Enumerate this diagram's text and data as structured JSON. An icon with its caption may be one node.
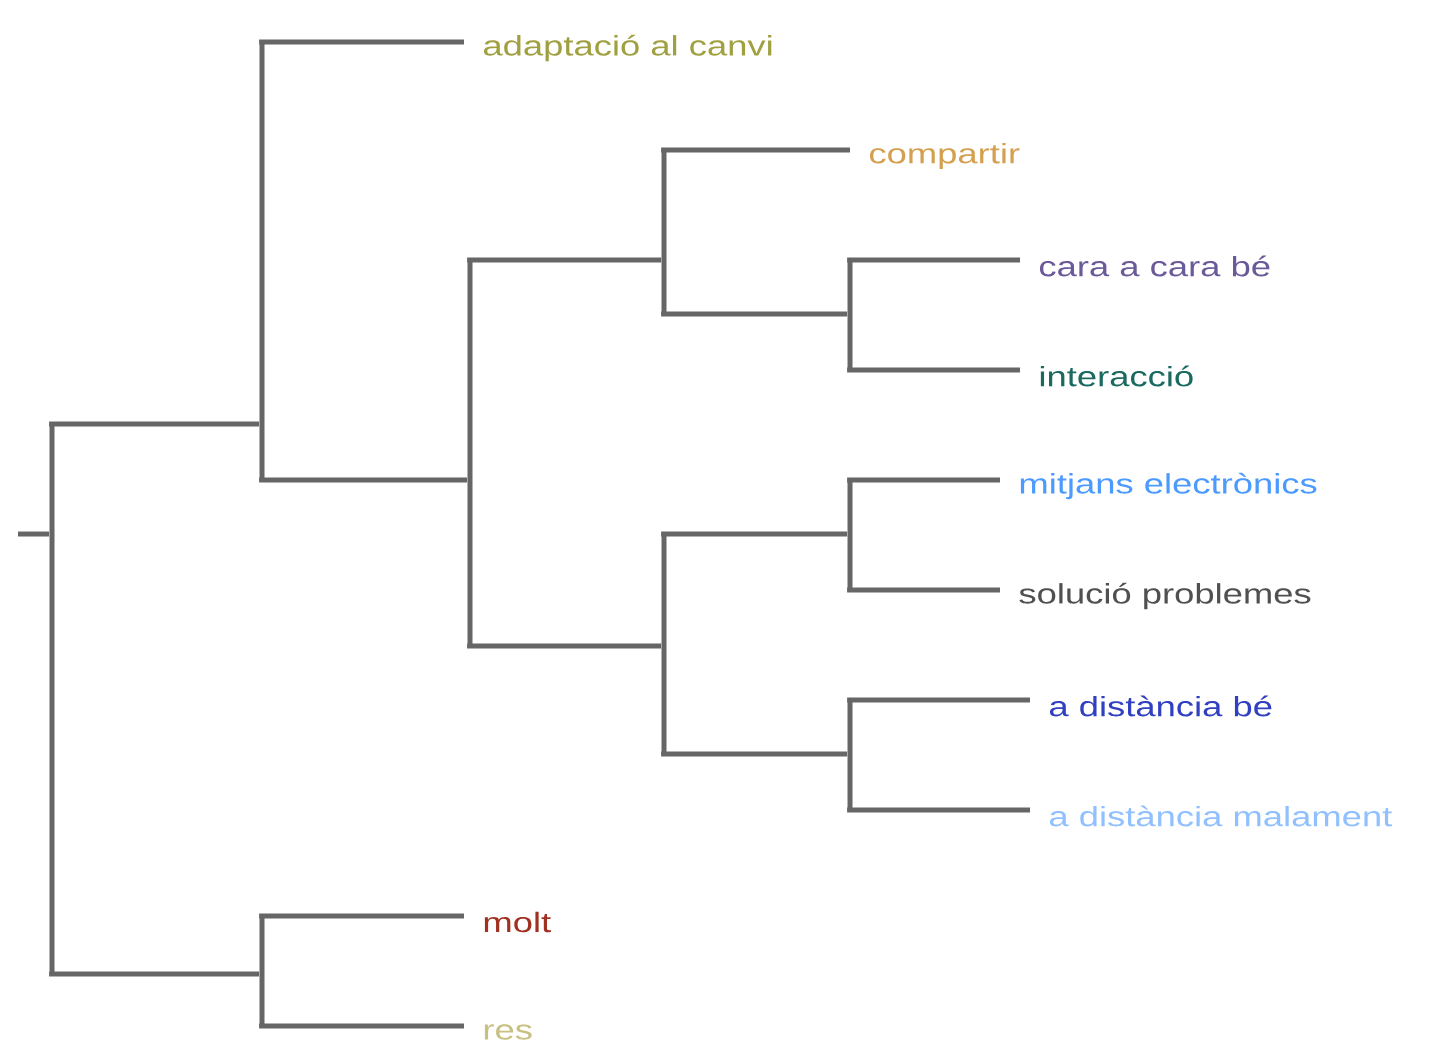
{
  "diagram": {
    "nodes": [
      {
        "text": [],
        "shape": "bar"
      },
      {
        "text": [],
        "shape": "bar"
      },
      {
        "text": [
          "adaptació al canvi"
        ]
      },
      {
        "text": [],
        "shape": "bar"
      },
      {
        "text": [],
        "shape": "bar"
      },
      {
        "text": [
          "compartir"
        ]
      },
      {
        "text": [],
        "shape": "bar"
      },
      {
        "text": [
          "cara a cara bé"
        ]
      },
      {
        "text": [
          "interacció"
        ]
      },
      {
        "text": [],
        "shape": "bar"
      },
      {
        "text": [],
        "shape": "bar"
      },
      {
        "text": [
          "mitjans electrònics"
        ]
      },
      {
        "text": [
          "solució problemes"
        ]
      },
      {
        "text": [],
        "shape": "bar"
      },
      {
        "text": [
          "a distància bé"
        ]
      },
      {
        "text": [
          "a distància malament"
        ]
      },
      {
        "text": [],
        "shape": "bar"
      },
      {
        "text": [
          "molt"
        ]
      },
      {
        "text": [
          "res"
        ]
      }
    ],
    "edges": [
      {
        "from": null,
        "to": 0,
        "arrow": "none"
      },
      {
        "from": 0,
        "to": 1,
        "arrow": "none"
      },
      {
        "from": 1,
        "to": 2,
        "arrow": "none"
      },
      {
        "from": 1,
        "to": 3,
        "arrow": "none"
      },
      {
        "from": 3,
        "to": 4,
        "arrow": "none"
      },
      {
        "from": 4,
        "to": 5,
        "arrow": "none"
      },
      {
        "from": 4,
        "to": 6,
        "arrow": "none"
      },
      {
        "from": 6,
        "to": 7,
        "arrow": "none"
      },
      {
        "from": 6,
        "to": 8,
        "arrow": "none"
      },
      {
        "from": 3,
        "to": 9,
        "arrow": "none"
      },
      {
        "from": 9,
        "to": 10,
        "arrow": "none"
      },
      {
        "from": 10,
        "to": 11,
        "arrow": "none"
      },
      {
        "from": 10,
        "to": 12,
        "arrow": "none"
      },
      {
        "from": 9,
        "to": 13,
        "arrow": "none"
      },
      {
        "from": 13,
        "to": 14,
        "arrow": "none"
      },
      {
        "from": 13,
        "to": 15,
        "arrow": "none"
      },
      {
        "from": 0,
        "to": 16,
        "arrow": "none"
      },
      {
        "from": 16,
        "to": 17,
        "arrow": "none"
      },
      {
        "from": 16,
        "to": 18,
        "arrow": "none"
      }
    ]
  }
}
